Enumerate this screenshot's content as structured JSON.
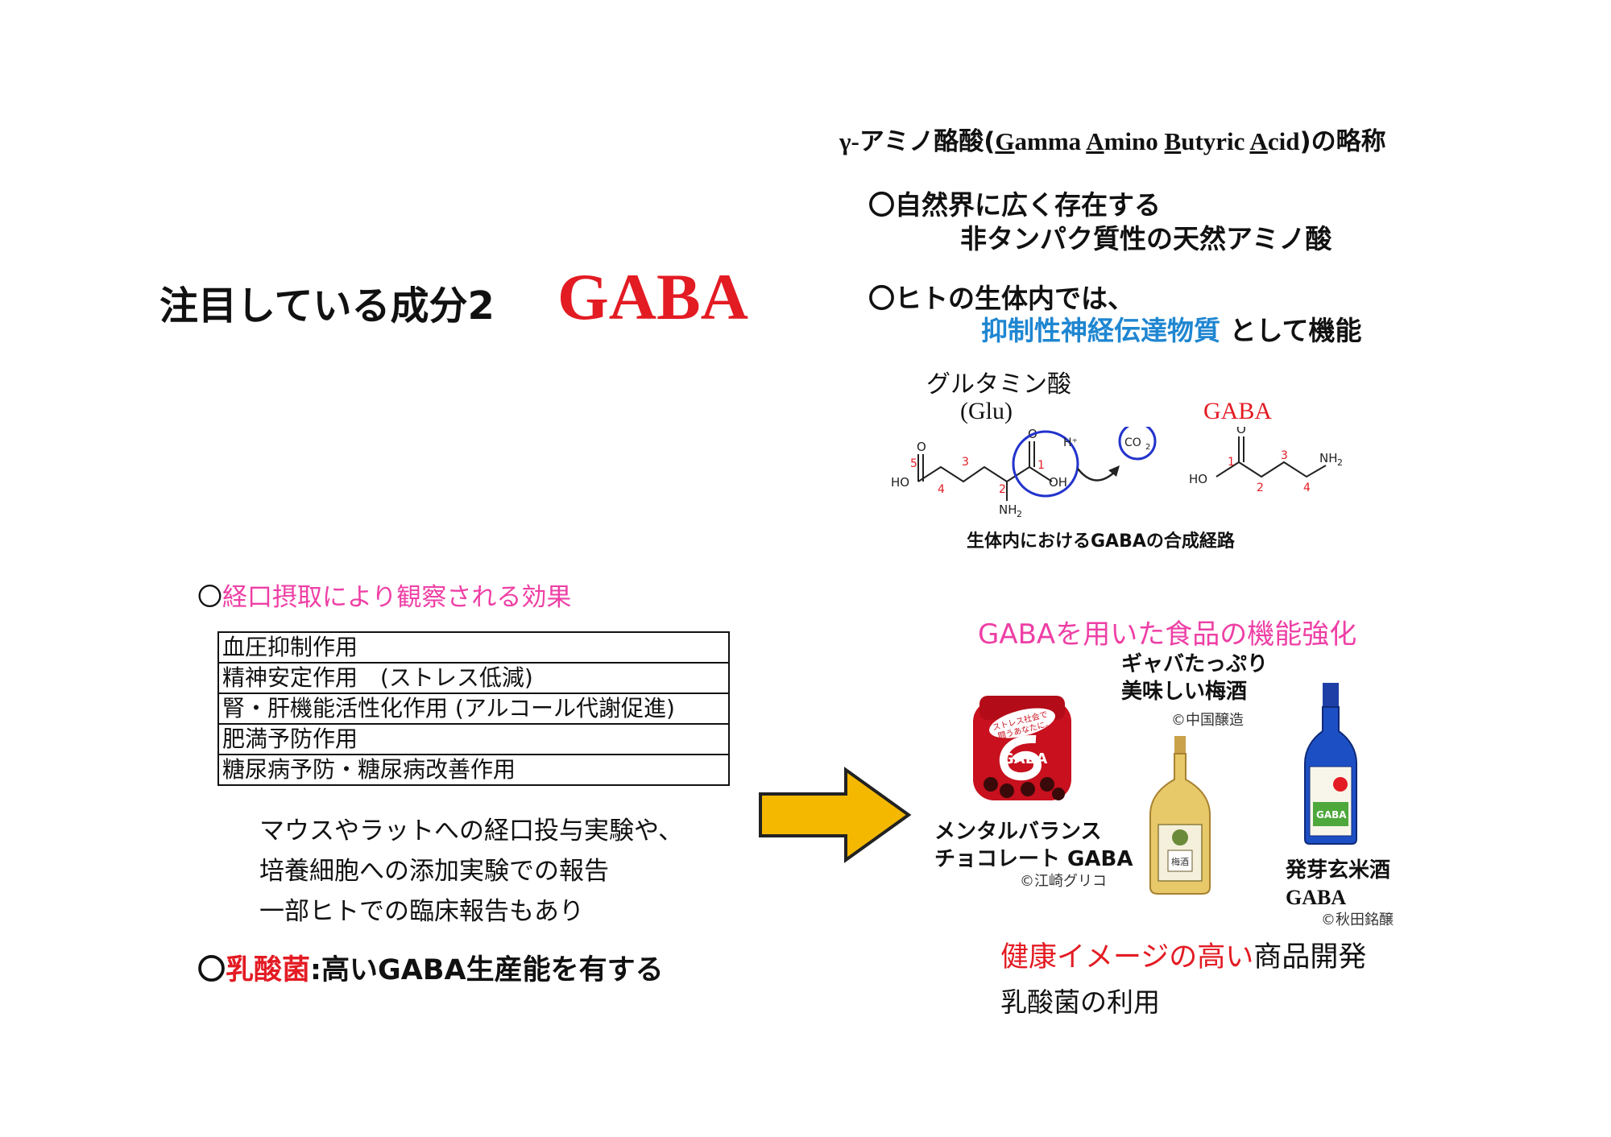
{
  "title": {
    "prefix": "注目している成分2",
    "main": "GABA"
  },
  "definition": {
    "gamma": "γ-",
    "jp": "アミノ酪酸(",
    "G": "G",
    "amma": "amma ",
    "A1": "A",
    "mino": "mino ",
    "B": "B",
    "utyric": "utyric ",
    "A2": "A",
    "cid": "cid",
    "tail": ")の略称"
  },
  "points": {
    "p1_line1": "〇自然界に広く存在する",
    "p1_line2": "非タンパク質性の天然アミノ酸",
    "p2_line1": "〇ヒトの生体内では、",
    "p2_highlight": "抑制性神経伝達物質",
    "p2_suffix": "として機能"
  },
  "pathway": {
    "glu_name": "グルタミン酸",
    "glu_abbr": "(Glu)",
    "gaba_label": "GABA",
    "hplus": "H⁺",
    "co2": "CO",
    "co2_sub": "2",
    "ho": "HO",
    "oh": "OH",
    "nh": "NH",
    "sub2": "2",
    "o": "O",
    "n1": "1",
    "n2": "2",
    "n3": "3",
    "n4": "4",
    "n5": "5",
    "caption": "生体内におけるGABAの合成経路"
  },
  "effects": {
    "heading_mark": "〇",
    "heading": "経口摂取により観察される効果",
    "rows": [
      "血圧抑制作用",
      "精神安定作用　(ストレス低減)",
      "腎・肝機能活性化作用 (アルコール代謝促進)",
      "肥満予防作用",
      "糖尿病予防・糖尿病改善作用"
    ],
    "notes": [
      "マウスやラットへの経口投与実験や、",
      "培養細胞への添加実験での報告",
      "一部ヒトでの臨床報告もあり"
    ]
  },
  "lab": {
    "mark": "〇",
    "highlight": "乳酸菌",
    "rest": ":高いGABA生産能を有する"
  },
  "foods": {
    "heading": "GABAを用いた食品の機能強化",
    "sake1_line1": "ギャバたっぷり",
    "sake1_line2": "美味しい梅酒",
    "sake1_credit": "©中国醸造",
    "sake1_label": "梅酒",
    "choco_line1": "メンタルバランス",
    "choco_line2": "チョコレート GABA",
    "choco_credit": "©江崎グリコ",
    "choco_pkg_text1": "ストレス社会で",
    "choco_pkg_text2": "闘うあなたに。",
    "choco_pkg_brand": "GABA",
    "genmai_line1": "発芽玄米酒",
    "genmai_line2": "GABA",
    "genmai_credit": "©秋田銘醸",
    "genmai_label": "GABA",
    "product_highlight": "健康イメージの高い",
    "product_rest": "商品開発",
    "bacteria": "乳酸菌の利用"
  },
  "colors": {
    "red": "#e31b23",
    "blue": "#1f86d1",
    "pink": "#ee3fa5",
    "arrow": "#f5b800"
  }
}
